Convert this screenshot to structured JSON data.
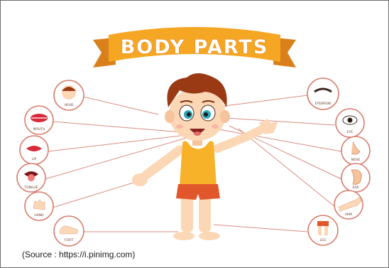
{
  "title": "BODY PARTS",
  "labels": {
    "head": "HEAD",
    "mouth": "MOUTH",
    "lip": "LIP",
    "tongue": "TONGUE",
    "hand": "HAND",
    "foot": "FOOT",
    "eyebrow": "EYEBROW",
    "eye": "EYE",
    "nose": "NOSE",
    "ear": "EAR",
    "arm": "ARM",
    "leg": "LEG"
  },
  "source": "(Source : https://i.pinimg.com)",
  "colors": {
    "banner": "#f5a623",
    "banner_dark": "#d9801a",
    "circle_stroke": "#d97b6c",
    "hair": "#9a3a14",
    "shirt": "#f7b22a",
    "shorts": "#e2562b",
    "skin": "#fbd7b6"
  }
}
